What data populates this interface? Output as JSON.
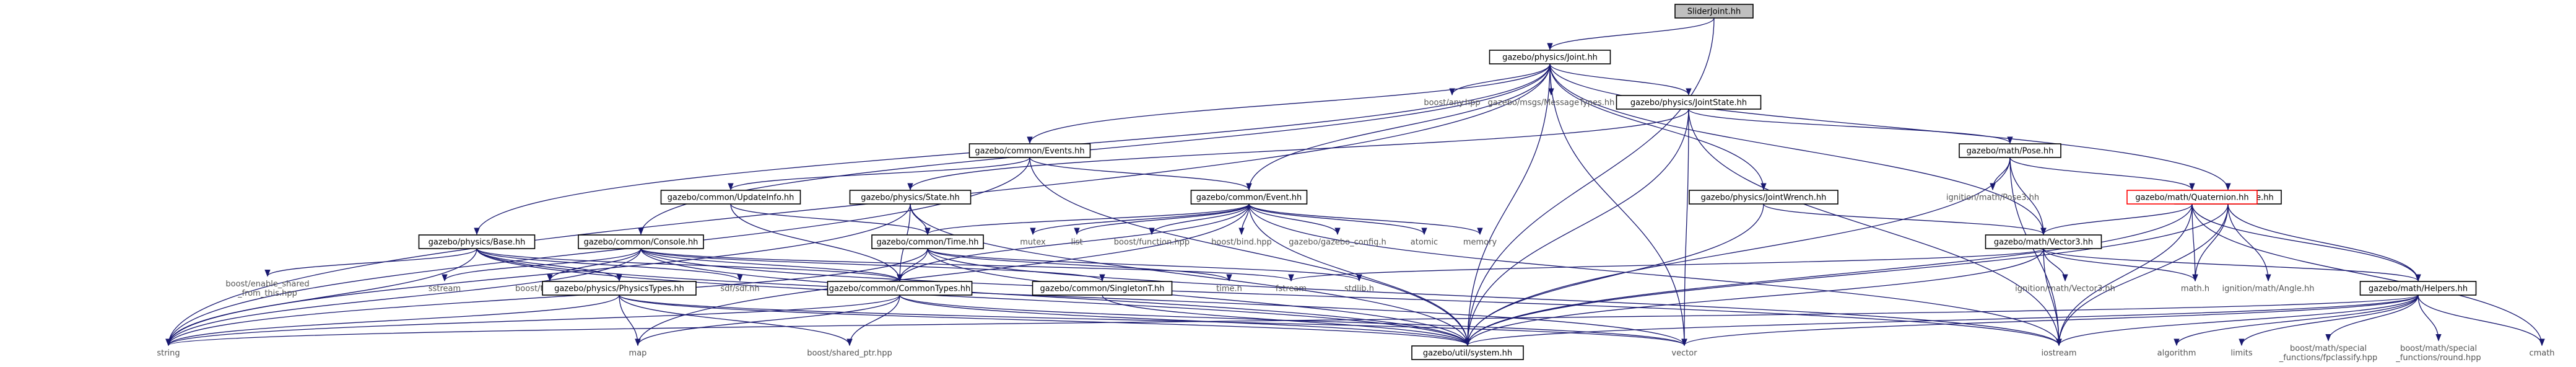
{
  "graph": {
    "title": "SliderJoint.hh",
    "colors": {
      "edge": "#191970",
      "root_fill": "#bfbfbf",
      "missing_border": "#ff0000"
    },
    "nodes": [
      {
        "id": "slider",
        "label": [
          "SliderJoint.hh"
        ],
        "style": "root"
      },
      {
        "id": "joint",
        "label": [
          "gazebo/physics/Joint.hh"
        ],
        "style": "box"
      },
      {
        "id": "string",
        "label": [
          "string"
        ],
        "style": "plain"
      },
      {
        "id": "events",
        "label": [
          "gazebo/common/Events.hh"
        ],
        "style": "box"
      },
      {
        "id": "console",
        "label": [
          "gazebo/common/Console.hh"
        ],
        "style": "box"
      },
      {
        "id": "event",
        "label": [
          "gazebo/common/Event.hh"
        ],
        "style": "box"
      },
      {
        "id": "boostany",
        "label": [
          "boost/any.hpp"
        ],
        "style": "plain"
      },
      {
        "id": "msgtypes",
        "label": [
          "gazebo/msgs/MessageTypes.hh"
        ],
        "style": "plain"
      },
      {
        "id": "jointstate",
        "label": [
          "gazebo/physics/JointState.hh"
        ],
        "style": "box"
      },
      {
        "id": "jointwrench",
        "label": [
          "gazebo/physics/JointWrench.hh"
        ],
        "style": "box"
      },
      {
        "id": "vector3",
        "label": [
          "gazebo/math/Vector3.hh"
        ],
        "style": "box"
      },
      {
        "id": "angle",
        "label": [
          "gazebo/math/Angle.hh"
        ],
        "style": "box"
      },
      {
        "id": "base",
        "label": [
          "gazebo/physics/Base.hh"
        ],
        "style": "box"
      },
      {
        "id": "system",
        "label": [
          "gazebo/util/system.hh"
        ],
        "style": "box"
      },
      {
        "id": "vector",
        "label": [
          "vector"
        ],
        "style": "plain"
      },
      {
        "id": "updateinfo",
        "label": [
          "gazebo/common/UpdateInfo.hh"
        ],
        "style": "box"
      },
      {
        "id": "state",
        "label": [
          "gazebo/physics/State.hh"
        ],
        "style": "box"
      },
      {
        "id": "pose",
        "label": [
          "gazebo/math/Pose.hh"
        ],
        "style": "box"
      },
      {
        "id": "igpose3",
        "label": [
          "ignition/math/Pose3.hh"
        ],
        "style": "plain"
      },
      {
        "id": "quaternion",
        "label": [
          "gazebo/math/Quaternion.hh"
        ],
        "style": "red"
      },
      {
        "id": "iostream",
        "label": [
          "iostream"
        ],
        "style": "plain"
      },
      {
        "id": "time",
        "label": [
          "gazebo/common/Time.hh"
        ],
        "style": "box"
      },
      {
        "id": "mutex",
        "label": [
          "mutex"
        ],
        "style": "plain"
      },
      {
        "id": "list",
        "label": [
          "list"
        ],
        "style": "plain"
      },
      {
        "id": "boostfunction",
        "label": [
          "boost/function.hpp"
        ],
        "style": "plain"
      },
      {
        "id": "boostbind",
        "label": [
          "boost/bind.hpp"
        ],
        "style": "plain"
      },
      {
        "id": "gzconfig",
        "label": [
          "gazebo/gazebo_config.h"
        ],
        "style": "plain"
      },
      {
        "id": "atomic",
        "label": [
          "atomic"
        ],
        "style": "plain"
      },
      {
        "id": "memory",
        "label": [
          "memory"
        ],
        "style": "plain"
      },
      {
        "id": "sstream",
        "label": [
          "sstream"
        ],
        "style": "plain"
      },
      {
        "id": "boostthread",
        "label": [
          "boost/thread.hpp"
        ],
        "style": "plain"
      },
      {
        "id": "enableshared",
        "label": [
          "boost/enable_shared",
          "_from_this.hpp"
        ],
        "style": "plain"
      },
      {
        "id": "physicstypes",
        "label": [
          "gazebo/physics/PhysicsTypes.hh"
        ],
        "style": "box"
      },
      {
        "id": "sdf",
        "label": [
          "sdf/sdf.hh"
        ],
        "style": "plain"
      },
      {
        "id": "commontypes",
        "label": [
          "gazebo/common/CommonTypes.hh"
        ],
        "style": "box"
      },
      {
        "id": "singletont",
        "label": [
          "gazebo/common/SingletonT.hh"
        ],
        "style": "box"
      },
      {
        "id": "timeh",
        "label": [
          "time.h"
        ],
        "style": "plain"
      },
      {
        "id": "fstream",
        "label": [
          "fstream"
        ],
        "style": "plain"
      },
      {
        "id": "stdlib",
        "label": [
          "stdlib.h"
        ],
        "style": "plain"
      },
      {
        "id": "map",
        "label": [
          "map"
        ],
        "style": "plain"
      },
      {
        "id": "sharedptr",
        "label": [
          "boost/shared_ptr.hpp"
        ],
        "style": "plain"
      },
      {
        "id": "igvector3",
        "label": [
          "ignition/math/Vector3.hh"
        ],
        "style": "plain"
      },
      {
        "id": "mathh",
        "label": [
          "math.h"
        ],
        "style": "plain"
      },
      {
        "id": "igangle",
        "label": [
          "ignition/math/Angle.hh"
        ],
        "style": "plain"
      },
      {
        "id": "helpers",
        "label": [
          "gazebo/math/Helpers.hh"
        ],
        "style": "box"
      },
      {
        "id": "algorithm",
        "label": [
          "algorithm"
        ],
        "style": "plain"
      },
      {
        "id": "limits",
        "label": [
          "limits"
        ],
        "style": "plain"
      },
      {
        "id": "fpclassify",
        "label": [
          "boost/math/special",
          "_functions/fpclassify.hpp"
        ],
        "style": "plain"
      },
      {
        "id": "round",
        "label": [
          "boost/math/special",
          "_functions/round.hpp"
        ],
        "style": "plain"
      },
      {
        "id": "cmath",
        "label": [
          "cmath"
        ],
        "style": "plain"
      }
    ],
    "edges": [
      [
        "slider",
        "joint"
      ],
      [
        "slider",
        "system"
      ],
      [
        "joint",
        "string"
      ],
      [
        "joint",
        "boostany"
      ],
      [
        "joint",
        "msgtypes"
      ],
      [
        "joint",
        "vector"
      ],
      [
        "joint",
        "events"
      ],
      [
        "joint",
        "event"
      ],
      [
        "joint",
        "console"
      ],
      [
        "joint",
        "jointstate"
      ],
      [
        "joint",
        "jointwrench"
      ],
      [
        "joint",
        "vector3"
      ],
      [
        "joint",
        "angle"
      ],
      [
        "joint",
        "base"
      ],
      [
        "joint",
        "system"
      ],
      [
        "events",
        "event"
      ],
      [
        "events",
        "updateinfo"
      ],
      [
        "events",
        "system"
      ],
      [
        "events",
        "string"
      ],
      [
        "jointstate",
        "state"
      ],
      [
        "jointstate",
        "pose"
      ],
      [
        "jointstate",
        "system"
      ],
      [
        "jointstate",
        "vector"
      ],
      [
        "jointstate",
        "iostream"
      ],
      [
        "updateinfo",
        "time"
      ],
      [
        "updateinfo",
        "commontypes"
      ],
      [
        "state",
        "time"
      ],
      [
        "state",
        "string"
      ],
      [
        "state",
        "commontypes"
      ],
      [
        "state",
        "system"
      ],
      [
        "event",
        "time"
      ],
      [
        "event",
        "mutex"
      ],
      [
        "event",
        "list"
      ],
      [
        "event",
        "boostfunction"
      ],
      [
        "event",
        "boostbind"
      ],
      [
        "event",
        "gzconfig"
      ],
      [
        "event",
        "atomic"
      ],
      [
        "event",
        "memory"
      ],
      [
        "event",
        "commontypes"
      ],
      [
        "event",
        "system"
      ],
      [
        "event",
        "iostream"
      ],
      [
        "event",
        "map"
      ],
      [
        "console",
        "sstream"
      ],
      [
        "console",
        "boostthread"
      ],
      [
        "console",
        "string"
      ],
      [
        "console",
        "commontypes"
      ],
      [
        "console",
        "singletont"
      ],
      [
        "console",
        "fstream"
      ],
      [
        "console",
        "iostream"
      ],
      [
        "console",
        "system"
      ],
      [
        "base",
        "enableshared"
      ],
      [
        "base",
        "physicstypes"
      ],
      [
        "base",
        "sdf"
      ],
      [
        "base",
        "commontypes"
      ],
      [
        "base",
        "string"
      ],
      [
        "base",
        "vector"
      ],
      [
        "base",
        "system"
      ],
      [
        "physicstypes",
        "map"
      ],
      [
        "physicstypes",
        "string"
      ],
      [
        "physicstypes",
        "vector"
      ],
      [
        "physicstypes",
        "sharedptr"
      ],
      [
        "physicstypes",
        "system"
      ],
      [
        "time",
        "string"
      ],
      [
        "time",
        "iostream"
      ],
      [
        "time",
        "commontypes"
      ],
      [
        "time",
        "timeh"
      ],
      [
        "time",
        "stdlib"
      ],
      [
        "time",
        "system"
      ],
      [
        "commontypes",
        "string"
      ],
      [
        "commontypes",
        "vector"
      ],
      [
        "commontypes",
        "map"
      ],
      [
        "commontypes",
        "sharedptr"
      ],
      [
        "commontypes",
        "system"
      ],
      [
        "singletont",
        "system"
      ],
      [
        "pose",
        "igpose3"
      ],
      [
        "pose",
        "vector3"
      ],
      [
        "pose",
        "quaternion"
      ],
      [
        "pose",
        "iostream"
      ],
      [
        "pose",
        "system"
      ],
      [
        "jointwrench",
        "vector3"
      ],
      [
        "jointwrench",
        "system"
      ],
      [
        "quaternion",
        "vector3"
      ],
      [
        "quaternion",
        "angle"
      ],
      [
        "quaternion",
        "helpers"
      ],
      [
        "quaternion",
        "mathh"
      ],
      [
        "quaternion",
        "iostream"
      ],
      [
        "quaternion",
        "cmath"
      ],
      [
        "quaternion",
        "system"
      ],
      [
        "vector3",
        "igvector3"
      ],
      [
        "vector3",
        "mathh"
      ],
      [
        "vector3",
        "iostream"
      ],
      [
        "vector3",
        "fstream"
      ],
      [
        "vector3",
        "helpers"
      ],
      [
        "vector3",
        "system"
      ],
      [
        "angle",
        "igangle"
      ],
      [
        "angle",
        "mathh"
      ],
      [
        "angle",
        "iostream"
      ],
      [
        "angle",
        "helpers"
      ],
      [
        "angle",
        "system"
      ],
      [
        "helpers",
        "algorithm"
      ],
      [
        "helpers",
        "limits"
      ],
      [
        "helpers",
        "fpclassify"
      ],
      [
        "helpers",
        "round"
      ],
      [
        "helpers",
        "cmath"
      ],
      [
        "helpers",
        "iostream"
      ],
      [
        "helpers",
        "string"
      ],
      [
        "helpers",
        "vector"
      ],
      [
        "helpers",
        "system"
      ]
    ]
  }
}
